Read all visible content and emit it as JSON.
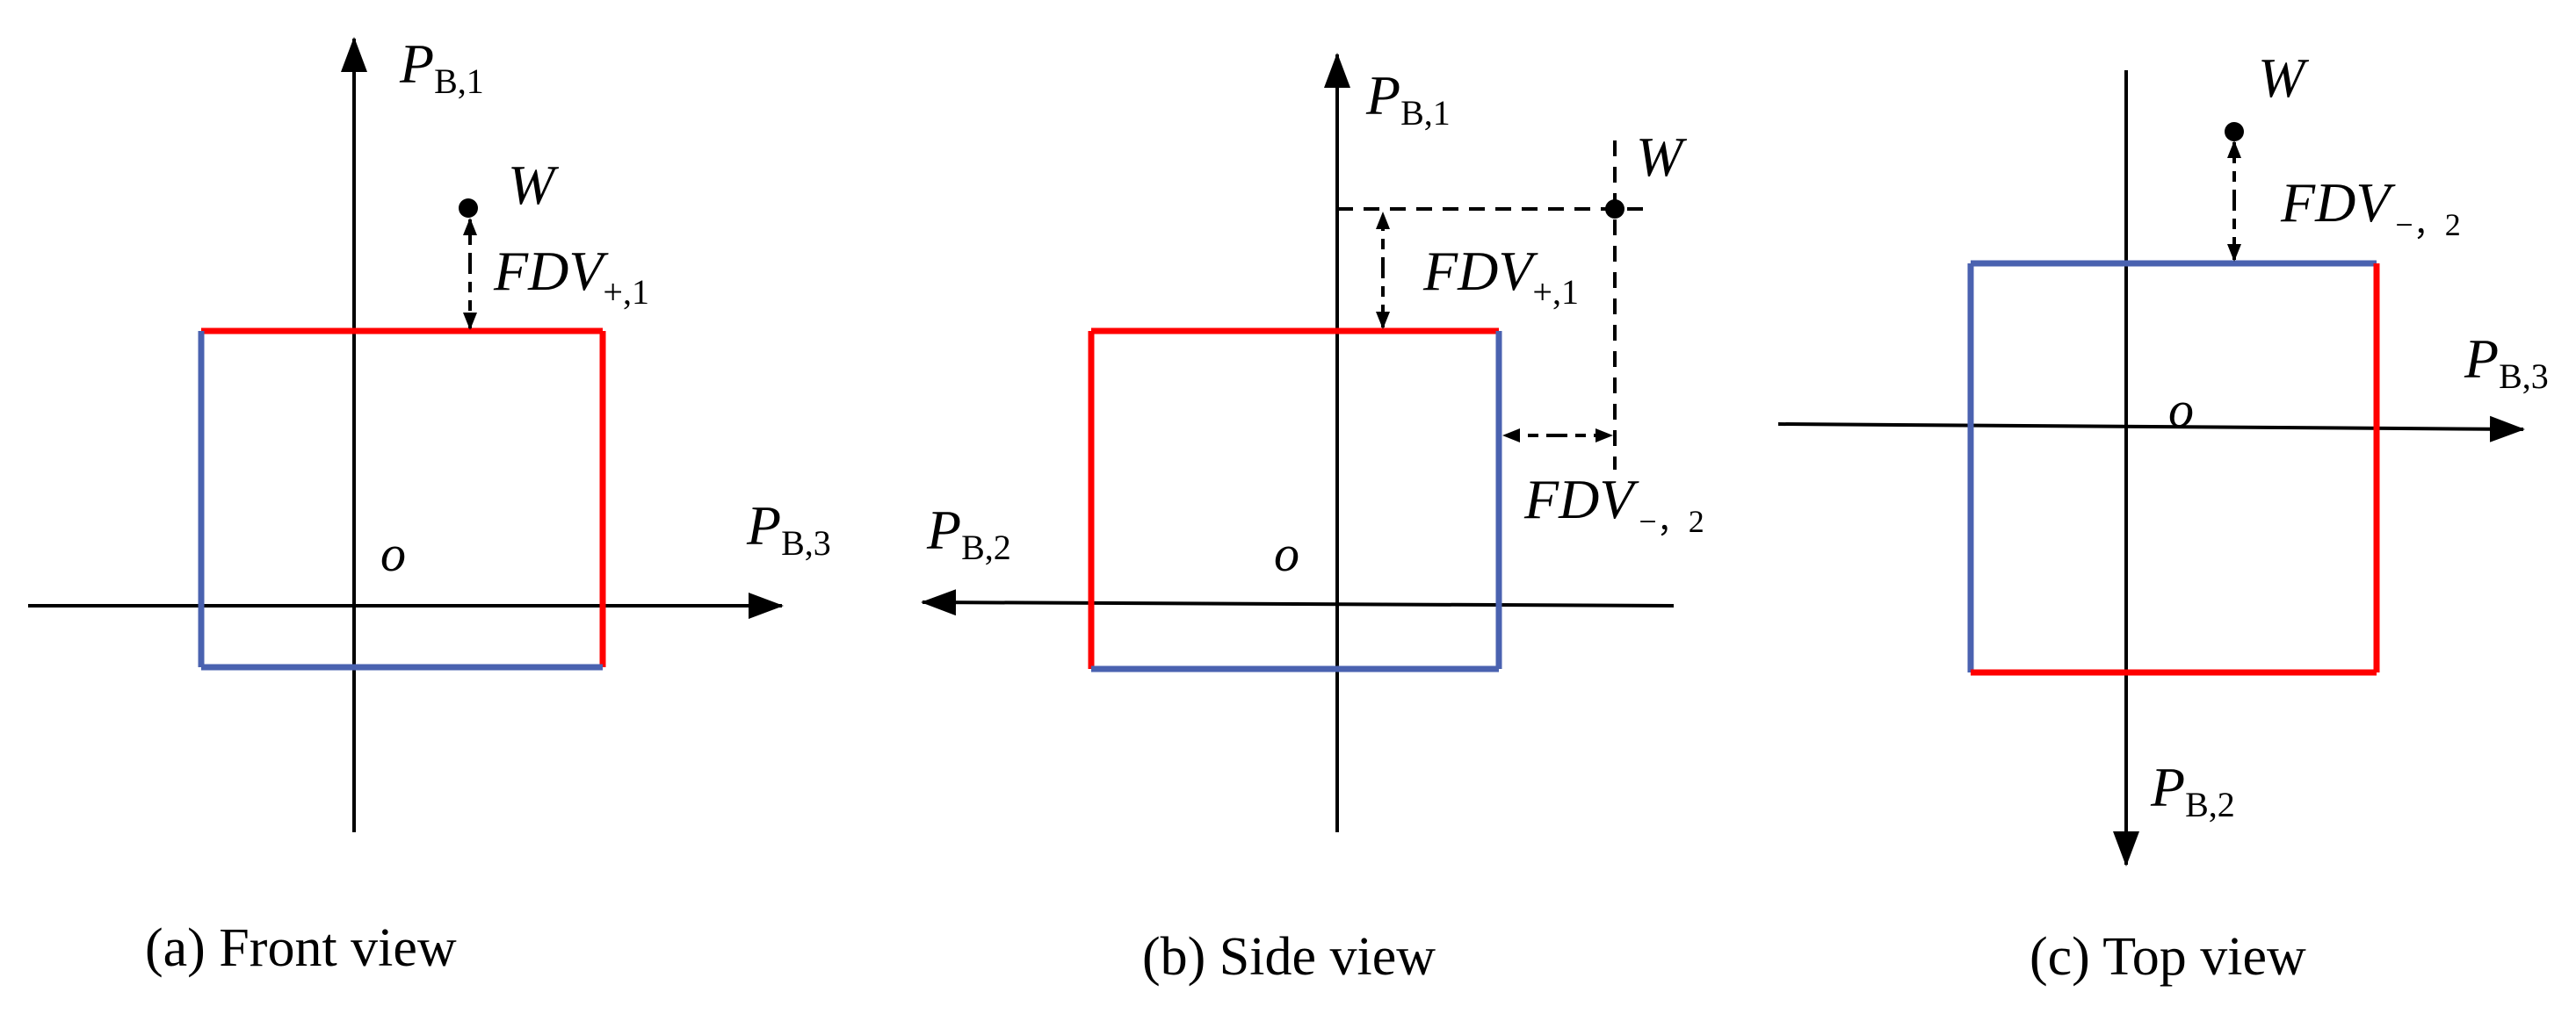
{
  "colors": {
    "red": "#ff0000",
    "blue": "#4a62b0",
    "axis": "#000000"
  },
  "labels": {
    "P": "P",
    "sub_b1": "B,1",
    "sub_b2": "B,2",
    "sub_b3": "B,3",
    "origin": "o",
    "W": "W",
    "FDV": "FDV",
    "sub_plus1": "+,1",
    "sub_minus2": "−，2"
  },
  "captions": {
    "a": "(a) Front view",
    "b": "(b) Side view",
    "c": "(c) Top view"
  }
}
